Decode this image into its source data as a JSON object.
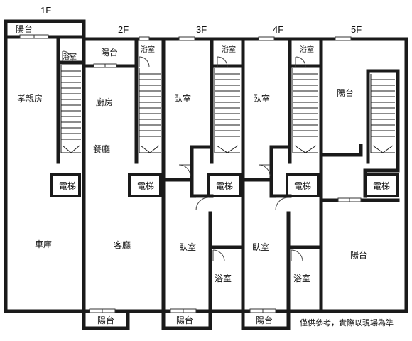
{
  "floors": {
    "f1": "1F",
    "f2": "2F",
    "f3": "3F",
    "f4": "4F",
    "f5": "5F"
  },
  "rooms": {
    "balcony": "陽台",
    "bathroom": "浴室",
    "parents_room": "孝親房",
    "kitchen": "廚房",
    "dining": "餐廳",
    "living": "客廳",
    "garage": "車庫",
    "bedroom": "臥室",
    "elevator": "電梯"
  },
  "note": "僅供參考，實際以現場為準"
}
